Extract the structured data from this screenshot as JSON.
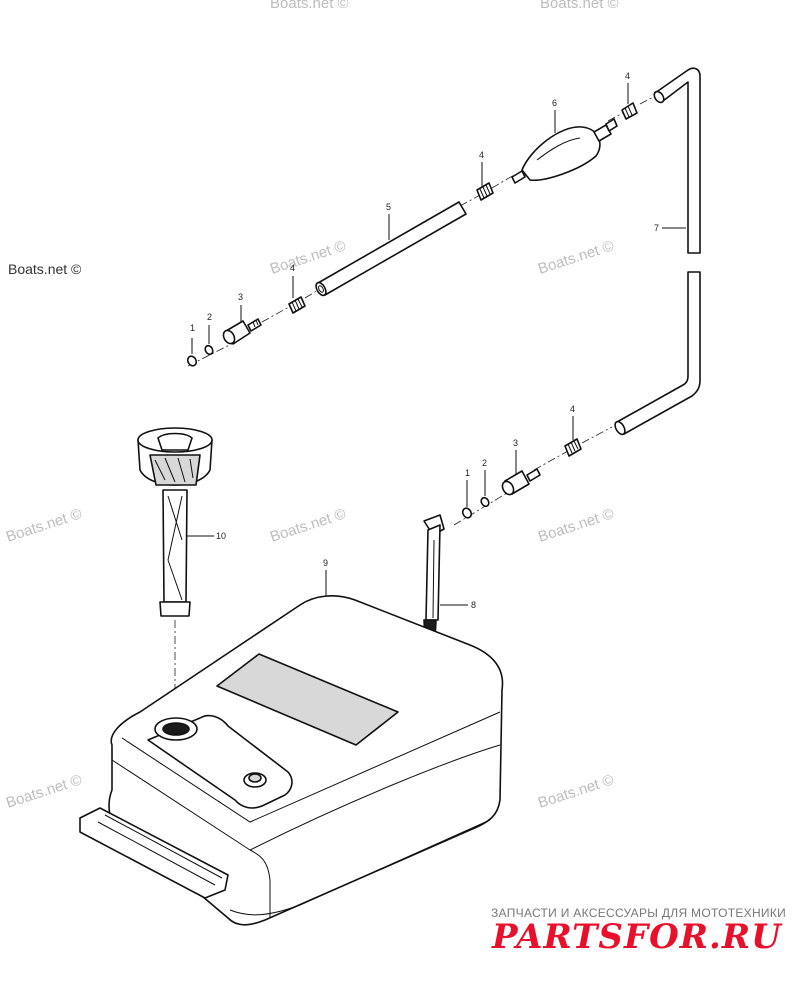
{
  "watermarks": [
    "Boats.net ©",
    "Boats.net ©",
    "Boats.net ©",
    "Boats.net ©",
    "Boats.net ©",
    "Boats.net ©",
    "Boats.net ©",
    "Boats.net ©",
    "Boats.net ©"
  ],
  "callouts": [
    "1",
    "2",
    "3",
    "4",
    "5",
    "4",
    "6",
    "4",
    "7",
    "4",
    "3",
    "2",
    "1",
    "10",
    "9",
    "8"
  ],
  "brand": {
    "subtitle": "ЗАПЧАСТИ И АКСЕССУАРЫ ДЛЯ МОТОТЕХНИКИ",
    "logo": "PARTSFOR.RU",
    "color": "#e8102a"
  }
}
